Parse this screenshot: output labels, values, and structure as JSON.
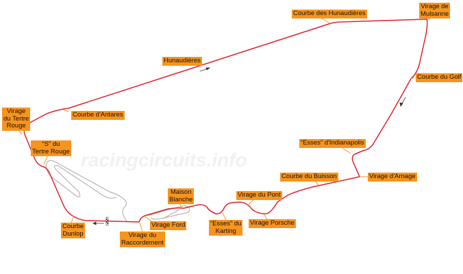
{
  "watermark": "racingcircuits.info",
  "colors": {
    "track": "#e3202a",
    "secondary_track": "#b4b4b4",
    "label_bg": "#f7941d"
  },
  "labels": {
    "courbe_hunaudieres": "Courbe des Hunaudières",
    "virage_mulsanne": "Virage de\nMulsanne",
    "hunaudieres": "Hunaudières",
    "courbe_golf": "Courbe du Golf",
    "courbe_antares": "Courbe d'Antares",
    "tertre_rouge": "Virage\ndu Tertre\nRouge",
    "s_tertre_rouge": "“S” du\nTertre Rouge",
    "esses_indianapolis": "“Esses” d'Indianapolis",
    "courbe_buisson": "Courbe du Buisson",
    "virage_arnage": "Virage d'Arnage",
    "maison_blanche": "Maison\nBlanche",
    "virage_pont": "Virage du Pont",
    "virage_ford": "Virage Ford",
    "esses_karting": "“Esses” du\nKarting",
    "virage_porsche": "Virage Porsche",
    "courbe_dunlop": "Courbe\nDunlop",
    "virage_raccordement": "Virage du\nRaccordement"
  },
  "icons": {
    "direction": "arrow-icon",
    "finish": "start-finish-line-icon"
  }
}
